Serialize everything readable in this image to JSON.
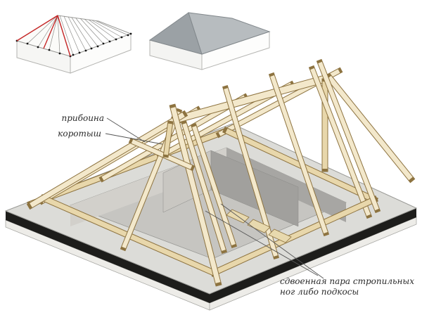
{
  "illustration": {
    "type": "isometric hip-roof timber framing diagram",
    "labels": {
      "priboina": "прибоина",
      "korotysh": "коротыш",
      "braces_line1": "сдвоенная пара стропильных",
      "braces_line2": "ног либо подкосы"
    },
    "insets": {
      "wireframe_house": "hip-roof rafter layout scheme with red hip markings",
      "solid_house": "finished hip-roof house"
    },
    "colors": {
      "wood_fill": "#f3e8cb",
      "wood_fill_dark": "#e8d7ab",
      "wood_outline": "#8d7340",
      "platform_rim": "#1d1d1b",
      "deck_gray": "#dcdcd8",
      "interior_gray": "#a1a09d",
      "red_marking": "#c62828",
      "roof_gray_light": "#b7bcbf",
      "roof_gray_dark": "#9ba1a5"
    }
  }
}
